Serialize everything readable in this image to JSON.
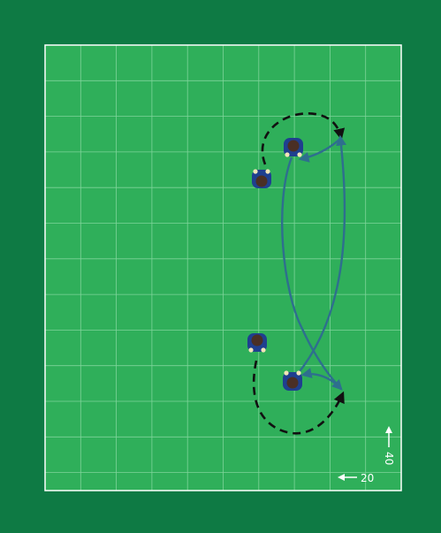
{
  "colors": {
    "border": "#0e7a44",
    "field": "#2faf5a",
    "grid": "#7fd49a",
    "outline": "#ffffff",
    "pass_path": "#2e6f8e",
    "run_path": "#111111",
    "player_body": "#1f3f8f",
    "player_head": "#4a2f25",
    "player_hand": "#f4e4b8"
  },
  "drill": {
    "players": [
      {
        "label": "",
        "facing": "down"
      },
      {
        "label": "",
        "facing": "down"
      },
      {
        "label": "",
        "facing": "up"
      },
      {
        "label": "",
        "facing": "up"
      }
    ],
    "paths": [
      {
        "kind": "run",
        "style": "dashed-arrow"
      },
      {
        "kind": "run",
        "style": "dashed-arrow"
      },
      {
        "kind": "pass",
        "style": "solid-arrow"
      },
      {
        "kind": "pass",
        "style": "solid-arrow"
      }
    ]
  },
  "dimensions": {
    "width_label": "20",
    "height_label": "40"
  }
}
